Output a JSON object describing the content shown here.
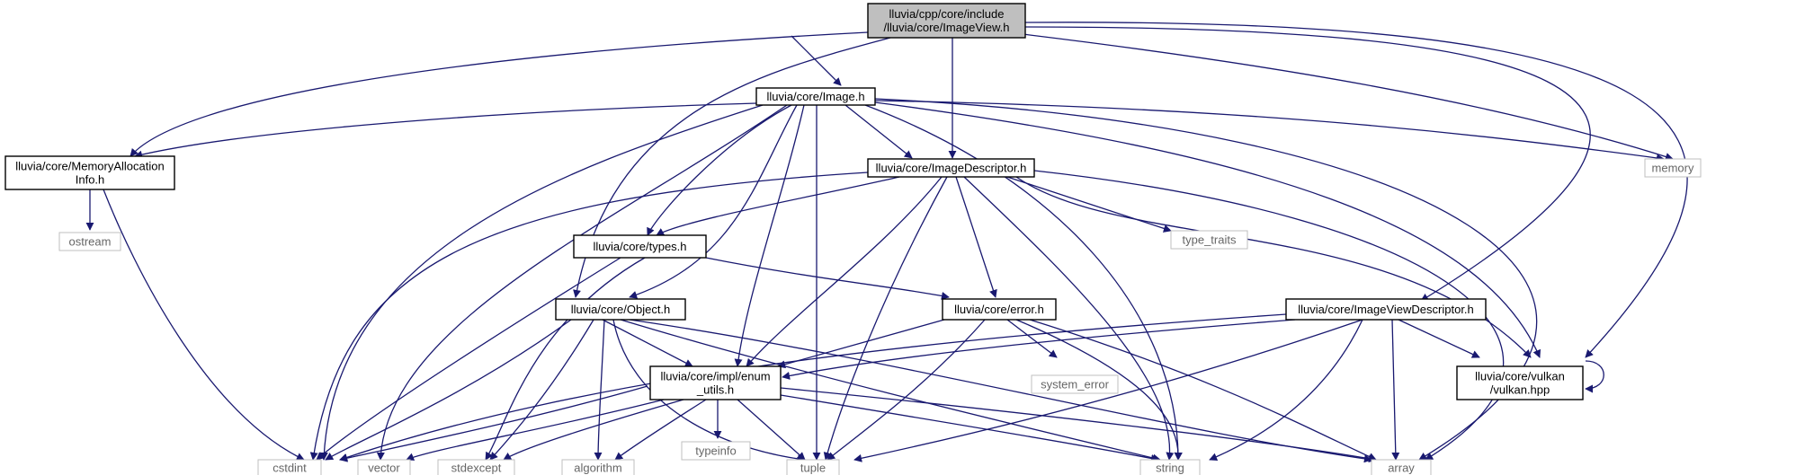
{
  "colors": {
    "edge": "#191970",
    "root_fill": "#bfbfbf",
    "node_border": "#000000",
    "system_border": "#bfbfbf",
    "system_text": "#666666"
  },
  "nodes": {
    "root": {
      "lines": [
        "lluvia/cpp/core/include",
        "/lluvia/core/ImageView.h"
      ]
    },
    "image_h": {
      "lines": [
        "lluvia/core/Image.h"
      ]
    },
    "memalloc": {
      "lines": [
        "lluvia/core/MemoryAllocation",
        "Info.h"
      ]
    },
    "memory": {
      "lines": [
        "memory"
      ]
    },
    "imgdesc": {
      "lines": [
        "lluvia/core/ImageDescriptor.h"
      ]
    },
    "ostream": {
      "lines": [
        "ostream"
      ]
    },
    "types": {
      "lines": [
        "lluvia/core/types.h"
      ]
    },
    "type_traits": {
      "lines": [
        "type_traits"
      ]
    },
    "object": {
      "lines": [
        "lluvia/core/Object.h"
      ]
    },
    "error": {
      "lines": [
        "lluvia/core/error.h"
      ]
    },
    "ivdesc": {
      "lines": [
        "lluvia/core/ImageViewDescriptor.h"
      ]
    },
    "vulkan": {
      "lines": [
        "lluvia/core/vulkan",
        "/vulkan.hpp"
      ]
    },
    "enum_utils": {
      "lines": [
        "lluvia/core/impl/enum",
        "_utils.h"
      ]
    },
    "system_error": {
      "lines": [
        "system_error"
      ]
    },
    "cstdint": {
      "lines": [
        "cstdint"
      ]
    },
    "vector": {
      "lines": [
        "vector"
      ]
    },
    "stdexcept": {
      "lines": [
        "stdexcept"
      ]
    },
    "algorithm": {
      "lines": [
        "algorithm"
      ]
    },
    "typeinfo": {
      "lines": [
        "typeinfo"
      ]
    },
    "tuple": {
      "lines": [
        "tuple"
      ]
    },
    "string": {
      "lines": [
        "string"
      ]
    },
    "array": {
      "lines": [
        "array"
      ]
    }
  }
}
